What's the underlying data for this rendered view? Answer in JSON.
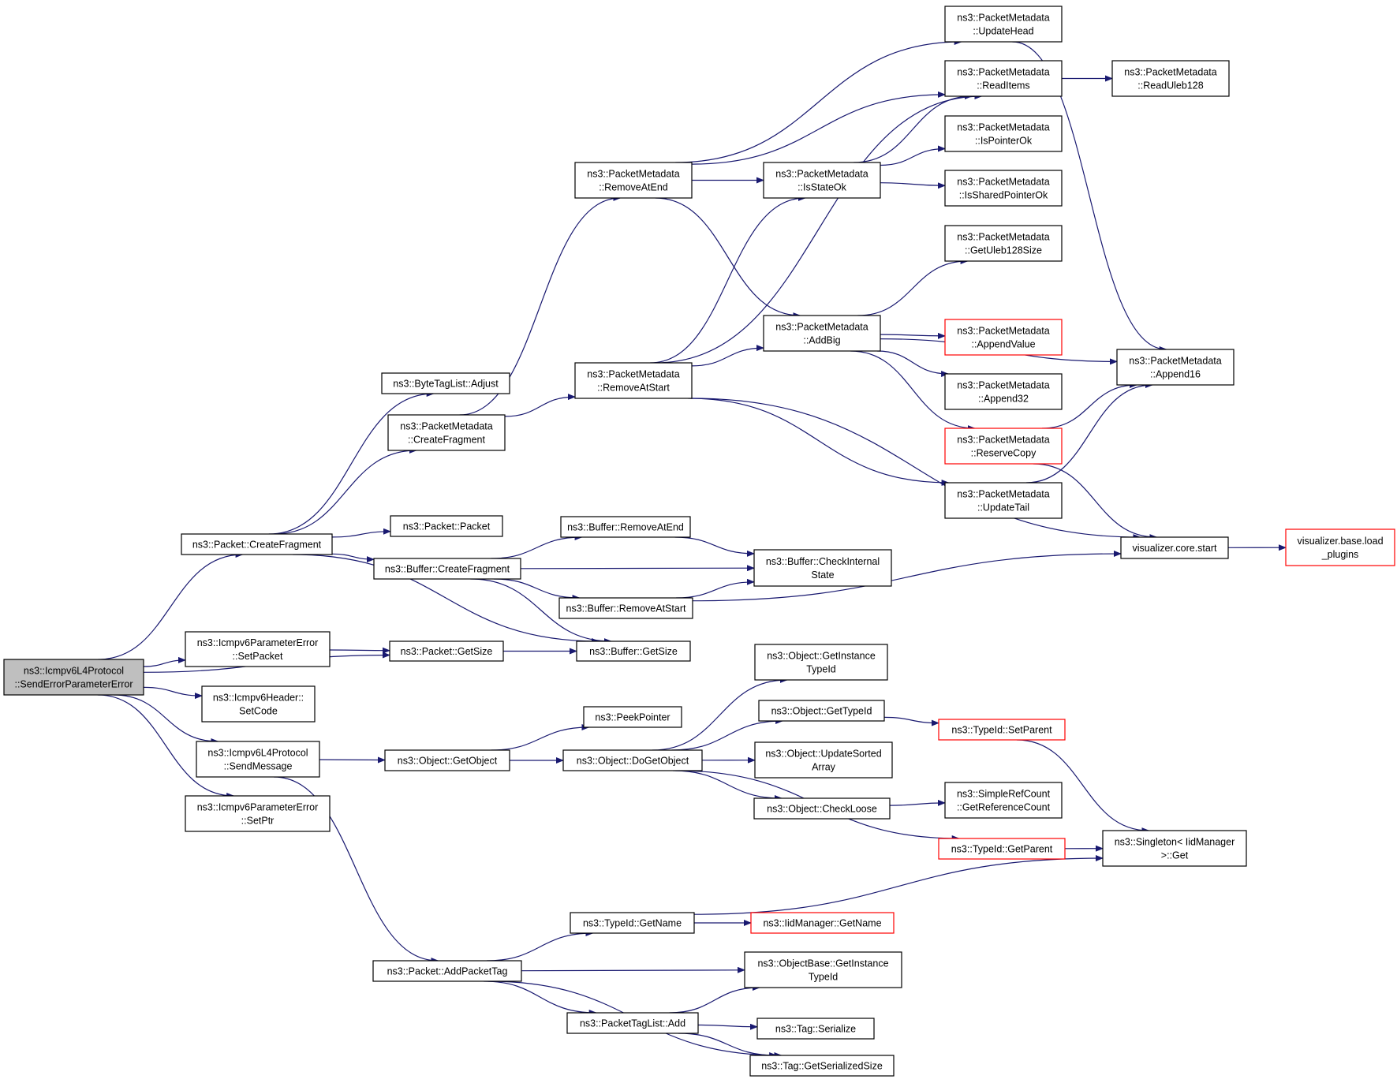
{
  "colors": {
    "edge": "#191970",
    "node_border": "#000000",
    "node_border_truncated": "#ff0000",
    "root_fill": "#bfbfbf",
    "node_fill": "#ffffff",
    "text": "#000000"
  },
  "nodes": [
    {
      "id": "root",
      "lines": [
        "ns3::Icmpv6L4Protocol",
        "::SendErrorParameterError"
      ],
      "root": true
    },
    {
      "id": "pkt_createfrag",
      "lines": [
        "ns3::Packet::CreateFragment"
      ]
    },
    {
      "id": "setpacket",
      "lines": [
        "ns3::Icmpv6ParameterError",
        "::SetPacket"
      ]
    },
    {
      "id": "setcode",
      "lines": [
        "ns3::Icmpv6Header::",
        "SetCode"
      ]
    },
    {
      "id": "sendmessage",
      "lines": [
        "ns3::Icmpv6L4Protocol",
        "::SendMessage"
      ]
    },
    {
      "id": "setptr",
      "lines": [
        "ns3::Icmpv6ParameterError",
        "::SetPtr"
      ]
    },
    {
      "id": "bytetag_adjust",
      "lines": [
        "ns3::ByteTagList::Adjust"
      ]
    },
    {
      "id": "pm_createfrag",
      "lines": [
        "ns3::PacketMetadata",
        "::CreateFragment"
      ]
    },
    {
      "id": "pkt_packet",
      "lines": [
        "ns3::Packet::Packet"
      ]
    },
    {
      "id": "buf_createfrag",
      "lines": [
        "ns3::Buffer::CreateFragment"
      ]
    },
    {
      "id": "pkt_getsize",
      "lines": [
        "ns3::Packet::GetSize"
      ]
    },
    {
      "id": "buf_getsize",
      "lines": [
        "ns3::Buffer::GetSize"
      ]
    },
    {
      "id": "pm_removeatend",
      "lines": [
        "ns3::PacketMetadata",
        "::RemoveAtEnd"
      ]
    },
    {
      "id": "pm_removeatstart",
      "lines": [
        "ns3::PacketMetadata",
        "::RemoveAtStart"
      ]
    },
    {
      "id": "buf_removeatend",
      "lines": [
        "ns3::Buffer::RemoveAtEnd"
      ]
    },
    {
      "id": "buf_checkinternal",
      "lines": [
        "ns3::Buffer::CheckInternal",
        "State"
      ]
    },
    {
      "id": "buf_removeatstart",
      "lines": [
        "ns3::Buffer::RemoveAtStart"
      ]
    },
    {
      "id": "pm_updatehead",
      "lines": [
        "ns3::PacketMetadata",
        "::UpdateHead"
      ]
    },
    {
      "id": "pm_readitems",
      "lines": [
        "ns3::PacketMetadata",
        "::ReadItems"
      ]
    },
    {
      "id": "pm_isstateok",
      "lines": [
        "ns3::PacketMetadata",
        "::IsStateOk"
      ]
    },
    {
      "id": "pm_ispointerok",
      "lines": [
        "ns3::PacketMetadata",
        "::IsPointerOk"
      ]
    },
    {
      "id": "pm_issharedpointerok",
      "lines": [
        "ns3::PacketMetadata",
        "::IsSharedPointerOk"
      ]
    },
    {
      "id": "pm_getuleb128size",
      "lines": [
        "ns3::PacketMetadata",
        "::GetUleb128Size"
      ]
    },
    {
      "id": "pm_addbig",
      "lines": [
        "ns3::PacketMetadata",
        "::AddBig"
      ]
    },
    {
      "id": "pm_appendvalue",
      "lines": [
        "ns3::PacketMetadata",
        "::AppendValue"
      ],
      "truncated": true
    },
    {
      "id": "pm_append32",
      "lines": [
        "ns3::PacketMetadata",
        "::Append32"
      ]
    },
    {
      "id": "pm_reservecopy",
      "lines": [
        "ns3::PacketMetadata",
        "::ReserveCopy"
      ],
      "truncated": true
    },
    {
      "id": "pm_updatetail",
      "lines": [
        "ns3::PacketMetadata",
        "::UpdateTail"
      ]
    },
    {
      "id": "pm_readuleb128",
      "lines": [
        "ns3::PacketMetadata",
        "::ReadUleb128"
      ]
    },
    {
      "id": "pm_append16",
      "lines": [
        "ns3::PacketMetadata",
        "::Append16"
      ]
    },
    {
      "id": "vis_core_start",
      "lines": [
        "visualizer.core.start"
      ]
    },
    {
      "id": "vis_base_load",
      "lines": [
        "visualizer.base.load",
        "_plugins"
      ],
      "truncated": true
    },
    {
      "id": "obj_getobject",
      "lines": [
        "ns3::Object::GetObject"
      ]
    },
    {
      "id": "peekpointer",
      "lines": [
        "ns3::PeekPointer"
      ]
    },
    {
      "id": "obj_dogetobject",
      "lines": [
        "ns3::Object::DoGetObject"
      ]
    },
    {
      "id": "obj_getinstancetypeid",
      "lines": [
        "ns3::Object::GetInstance",
        "TypeId"
      ]
    },
    {
      "id": "obj_gettypeid",
      "lines": [
        "ns3::Object::GetTypeId"
      ]
    },
    {
      "id": "obj_updatesortedarray",
      "lines": [
        "ns3::Object::UpdateSorted",
        "Array"
      ]
    },
    {
      "id": "obj_checkloose",
      "lines": [
        "ns3::Object::CheckLoose"
      ]
    },
    {
      "id": "typeid_setparent",
      "lines": [
        "ns3::TypeId::SetParent"
      ],
      "truncated": true
    },
    {
      "id": "simplerefcount",
      "lines": [
        "ns3::SimpleRefCount",
        "::GetReferenceCount"
      ]
    },
    {
      "id": "typeid_getparent",
      "lines": [
        "ns3::TypeId::GetParent"
      ],
      "truncated": true
    },
    {
      "id": "singleton_get",
      "lines": [
        "ns3::Singleton< IidManager",
        ">::Get"
      ]
    },
    {
      "id": "pkt_addpackettag",
      "lines": [
        "ns3::Packet::AddPacketTag"
      ]
    },
    {
      "id": "typeid_getname",
      "lines": [
        "ns3::TypeId::GetName"
      ]
    },
    {
      "id": "iidmanager_getname",
      "lines": [
        "ns3::IidManager::GetName"
      ],
      "truncated": true
    },
    {
      "id": "objbase_getinstancetypeid",
      "lines": [
        "ns3::ObjectBase::GetInstance",
        "TypeId"
      ]
    },
    {
      "id": "packettaglist_add",
      "lines": [
        "ns3::PacketTagList::Add"
      ]
    },
    {
      "id": "tag_serialize",
      "lines": [
        "ns3::Tag::Serialize"
      ]
    },
    {
      "id": "tag_getserializedsize",
      "lines": [
        "ns3::Tag::GetSerializedSize"
      ]
    }
  ],
  "edges": [
    [
      "root",
      "pkt_createfrag"
    ],
    [
      "root",
      "pkt_getsize"
    ],
    [
      "root",
      "setpacket"
    ],
    [
      "root",
      "setcode"
    ],
    [
      "root",
      "sendmessage"
    ],
    [
      "root",
      "setptr"
    ],
    [
      "pkt_createfrag",
      "bytetag_adjust"
    ],
    [
      "pkt_createfrag",
      "pm_createfrag"
    ],
    [
      "pkt_createfrag",
      "pkt_packet"
    ],
    [
      "pkt_createfrag",
      "buf_createfrag"
    ],
    [
      "pkt_createfrag",
      "buf_getsize"
    ],
    [
      "setpacket",
      "pkt_getsize"
    ],
    [
      "pkt_getsize",
      "buf_getsize"
    ],
    [
      "pm_createfrag",
      "pm_removeatend"
    ],
    [
      "pm_createfrag",
      "pm_removeatstart"
    ],
    [
      "buf_createfrag",
      "buf_removeatend"
    ],
    [
      "buf_createfrag",
      "buf_checkinternal"
    ],
    [
      "buf_createfrag",
      "buf_removeatstart"
    ],
    [
      "buf_createfrag",
      "buf_getsize"
    ],
    [
      "buf_removeatend",
      "buf_checkinternal"
    ],
    [
      "buf_removeatstart",
      "buf_checkinternal"
    ],
    [
      "buf_removeatstart",
      "vis_core_start"
    ],
    [
      "pm_removeatend",
      "pm_updatehead"
    ],
    [
      "pm_removeatend",
      "pm_readitems"
    ],
    [
      "pm_removeatend",
      "pm_isstateok"
    ],
    [
      "pm_removeatend",
      "pm_addbig"
    ],
    [
      "pm_removeatstart",
      "pm_readitems"
    ],
    [
      "pm_removeatstart",
      "pm_isstateok"
    ],
    [
      "pm_removeatstart",
      "pm_addbig"
    ],
    [
      "pm_removeatstart",
      "pm_updatetail"
    ],
    [
      "pm_removeatstart",
      "vis_core_start"
    ],
    [
      "pm_isstateok",
      "pm_readitems"
    ],
    [
      "pm_isstateok",
      "pm_ispointerok"
    ],
    [
      "pm_isstateok",
      "pm_issharedpointerok"
    ],
    [
      "pm_readitems",
      "pm_readuleb128"
    ],
    [
      "pm_updatehead",
      "pm_append16"
    ],
    [
      "pm_addbig",
      "pm_getuleb128size"
    ],
    [
      "pm_addbig",
      "pm_append16"
    ],
    [
      "pm_addbig",
      "pm_appendvalue"
    ],
    [
      "pm_addbig",
      "pm_append32"
    ],
    [
      "pm_addbig",
      "pm_reservecopy"
    ],
    [
      "pm_reservecopy",
      "pm_append16"
    ],
    [
      "pm_reservecopy",
      "vis_core_start"
    ],
    [
      "pm_updatetail",
      "pm_append16"
    ],
    [
      "vis_core_start",
      "vis_base_load"
    ],
    [
      "sendmessage",
      "obj_getobject"
    ],
    [
      "sendmessage",
      "pkt_addpackettag"
    ],
    [
      "obj_getobject",
      "peekpointer"
    ],
    [
      "obj_getobject",
      "obj_dogetobject"
    ],
    [
      "obj_dogetobject",
      "obj_getinstancetypeid"
    ],
    [
      "obj_dogetobject",
      "obj_gettypeid"
    ],
    [
      "obj_dogetobject",
      "obj_updatesortedarray"
    ],
    [
      "obj_dogetobject",
      "obj_checkloose"
    ],
    [
      "obj_dogetobject",
      "typeid_getparent"
    ],
    [
      "obj_gettypeid",
      "typeid_setparent"
    ],
    [
      "obj_checkloose",
      "simplerefcount"
    ],
    [
      "typeid_setparent",
      "singleton_get"
    ],
    [
      "typeid_getparent",
      "singleton_get"
    ],
    [
      "pkt_addpackettag",
      "typeid_getname"
    ],
    [
      "pkt_addpackettag",
      "objbase_getinstancetypeid"
    ],
    [
      "pkt_addpackettag",
      "packettaglist_add"
    ],
    [
      "pkt_addpackettag",
      "tag_getserializedsize"
    ],
    [
      "typeid_getname",
      "singleton_get"
    ],
    [
      "typeid_getname",
      "iidmanager_getname"
    ],
    [
      "packettaglist_add",
      "objbase_getinstancetypeid"
    ],
    [
      "packettaglist_add",
      "tag_serialize"
    ],
    [
      "packettaglist_add",
      "tag_getserializedsize"
    ]
  ]
}
